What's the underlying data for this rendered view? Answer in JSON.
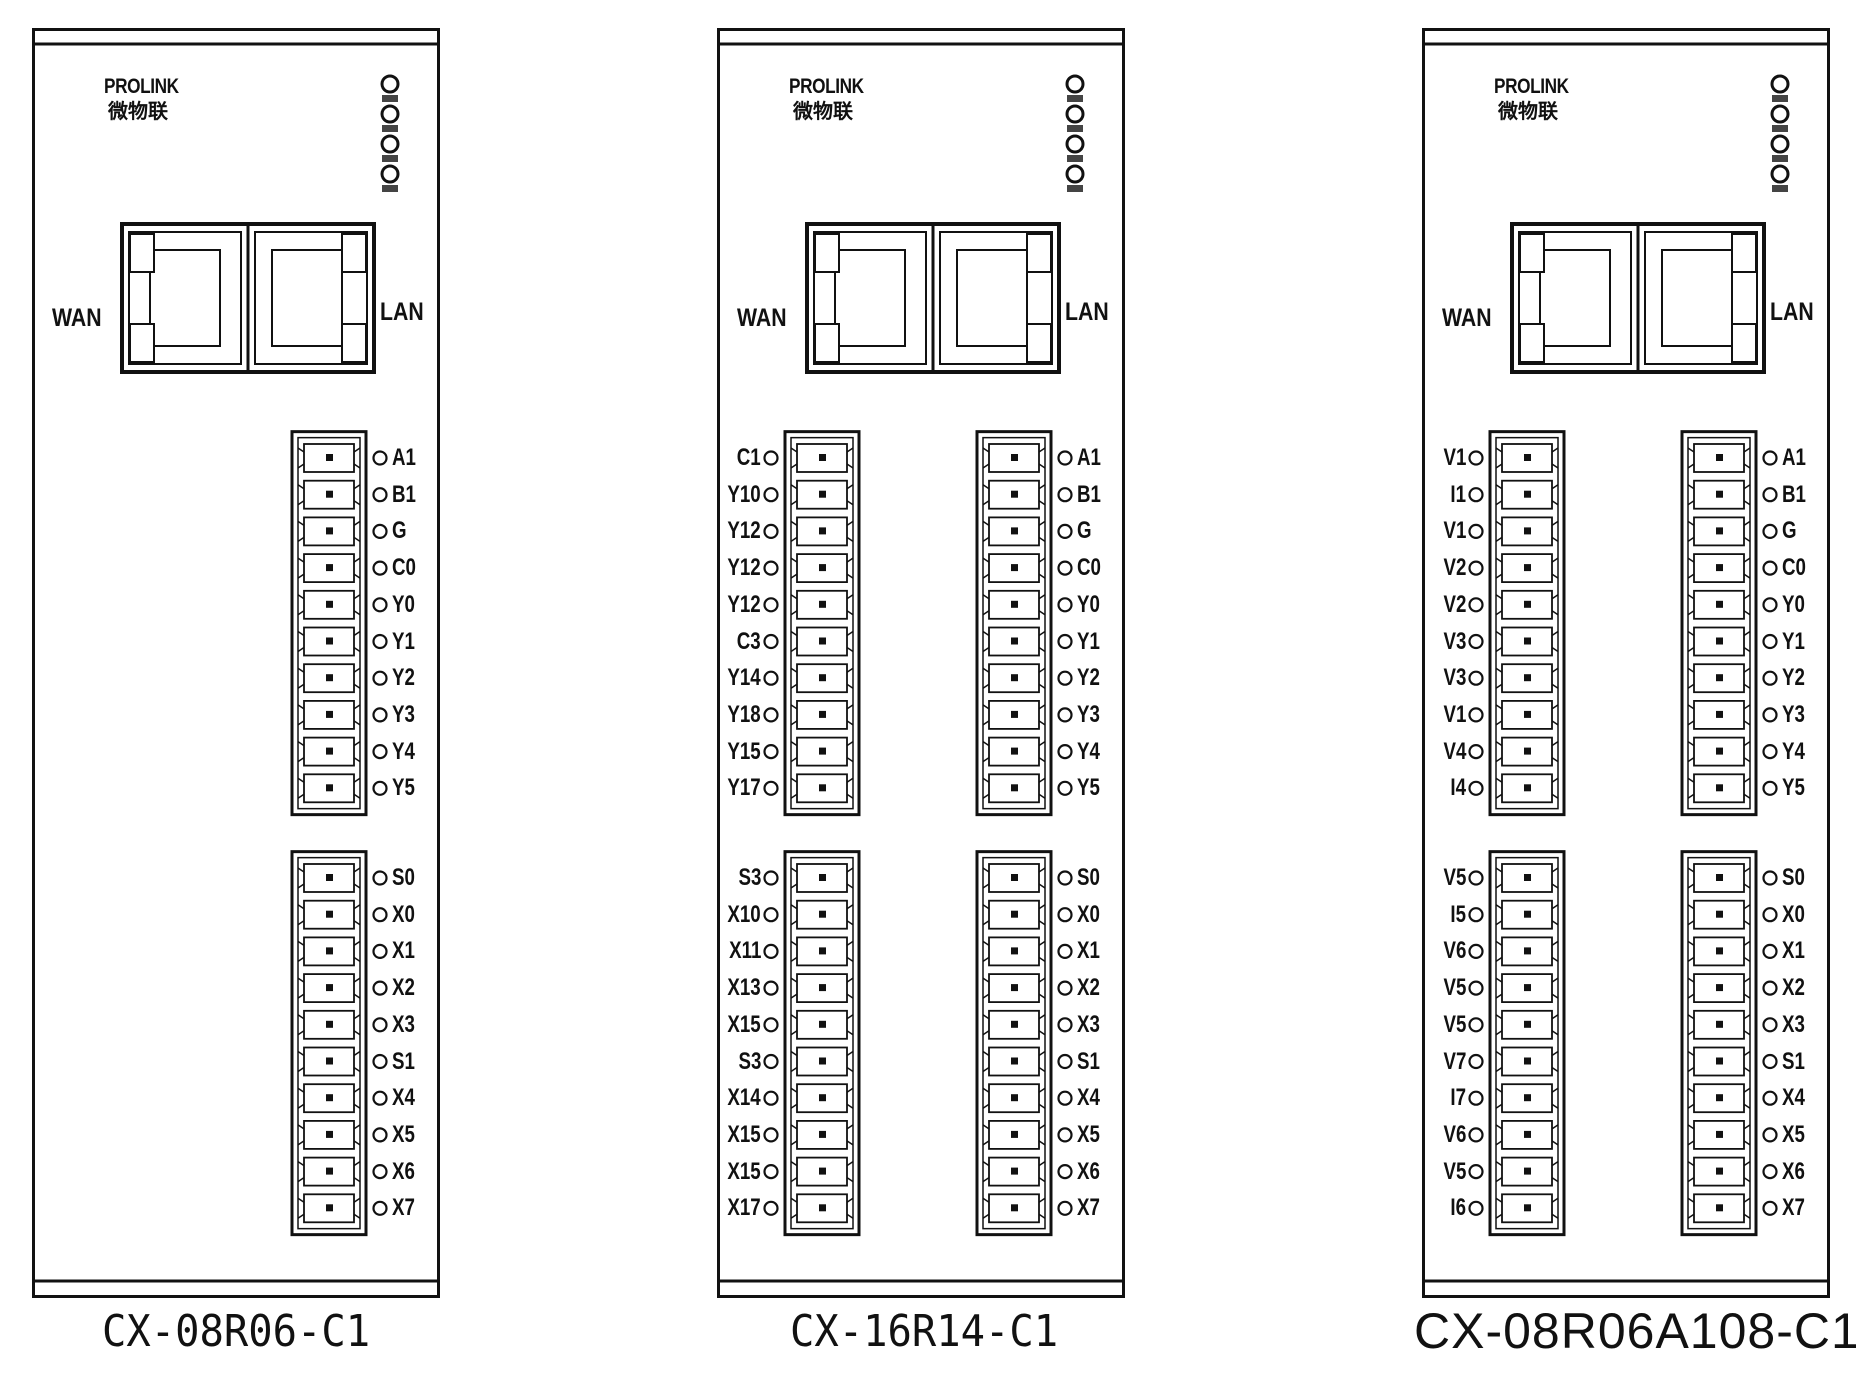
{
  "modules": [
    {
      "brand": "PROLINK",
      "brand_cn": "微物联",
      "wan_label": "WAN",
      "lan_label": "LAN",
      "model": "CX-08R06-C1",
      "left_top_labels": [],
      "left_bottom_labels": [],
      "right_top_labels": [
        "A1",
        "B1",
        "G",
        "C0",
        "Y0",
        "Y1",
        "Y2",
        "Y3",
        "Y4",
        "Y5"
      ],
      "right_bottom_labels": [
        "S0",
        "X0",
        "X1",
        "X2",
        "X3",
        "S1",
        "X4",
        "X5",
        "X6",
        "X7"
      ]
    },
    {
      "brand": "PROLINK",
      "brand_cn": "微物联",
      "wan_label": "WAN",
      "lan_label": "LAN",
      "model": "CX-16R14-C1",
      "left_top_labels": [
        "C1",
        "Y10",
        "Y12",
        "Y12",
        "Y12",
        "C3",
        "Y14",
        "Y18",
        "Y15",
        "Y17"
      ],
      "left_bottom_labels": [
        "S3",
        "X10",
        "X11",
        "X13",
        "X15",
        "S3",
        "X14",
        "X15",
        "X15",
        "X17"
      ],
      "right_top_labels": [
        "A1",
        "B1",
        "G",
        "C0",
        "Y0",
        "Y1",
        "Y2",
        "Y3",
        "Y4",
        "Y5"
      ],
      "right_bottom_labels": [
        "S0",
        "X0",
        "X1",
        "X2",
        "X3",
        "S1",
        "X4",
        "X5",
        "X6",
        "X7"
      ]
    },
    {
      "brand": "PROLINK",
      "brand_cn": "微物联",
      "wan_label": "WAN",
      "lan_label": "LAN",
      "model": "CX-08R06A108-C1",
      "left_top_labels": [
        "V1",
        "I1",
        "V1",
        "V2",
        "V2",
        "V3",
        "V3",
        "V1",
        "V4",
        "I4"
      ],
      "left_bottom_labels": [
        "V5",
        "I5",
        "V6",
        "V5",
        "V5",
        "V7",
        "I7",
        "V6",
        "V5",
        "I6"
      ],
      "right_top_labels": [
        "A1",
        "B1",
        "G",
        "C0",
        "Y0",
        "Y1",
        "Y2",
        "Y3",
        "Y4",
        "Y5"
      ],
      "right_bottom_labels": [
        "S0",
        "X0",
        "X1",
        "X2",
        "X3",
        "S1",
        "X4",
        "X5",
        "X6",
        "X7"
      ]
    }
  ]
}
